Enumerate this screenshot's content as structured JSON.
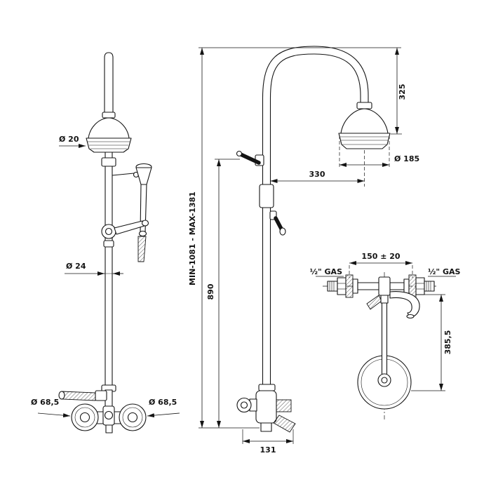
{
  "page": {
    "background": "#ffffff",
    "ink": "#141414"
  },
  "drawing": {
    "front_view": {
      "head_connector_diameter": "Ø 20",
      "riser_diameter": "Ø 24",
      "left_rosette_diameter": "Ø 68,5",
      "right_rosette_diameter": "Ø 68,5"
    },
    "side_view": {
      "arm_drop": "325",
      "head_diameter": "Ø 185",
      "arm_reach": "330",
      "overall_height": "MIN-1081 - MAX-1381",
      "riser_height": "890",
      "valve_depth": "131"
    },
    "connection_view": {
      "supply_centers": "150 ± 20",
      "left_thread": "½\" GAS",
      "right_thread": "½\" GAS",
      "outlet_drop": "385,5"
    }
  }
}
